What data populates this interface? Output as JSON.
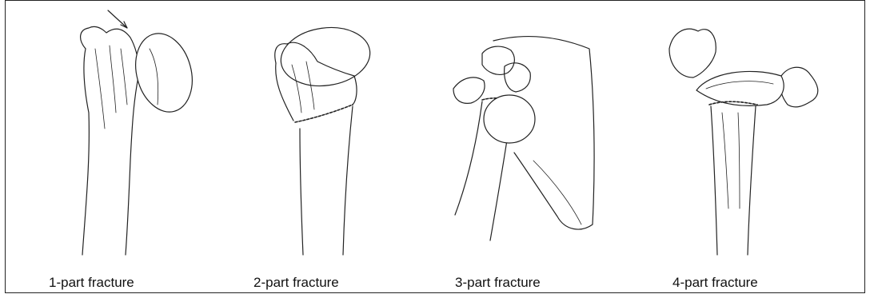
{
  "figure": {
    "panels": [
      {
        "id": "one-part",
        "caption": "1-part fracture"
      },
      {
        "id": "two-part",
        "caption": "2-part fracture"
      },
      {
        "id": "three-part",
        "caption": "3-part fracture"
      },
      {
        "id": "four-part",
        "caption": "4-part fracture"
      }
    ]
  },
  "colors": {
    "line": "#222222",
    "background": "#ffffff"
  }
}
